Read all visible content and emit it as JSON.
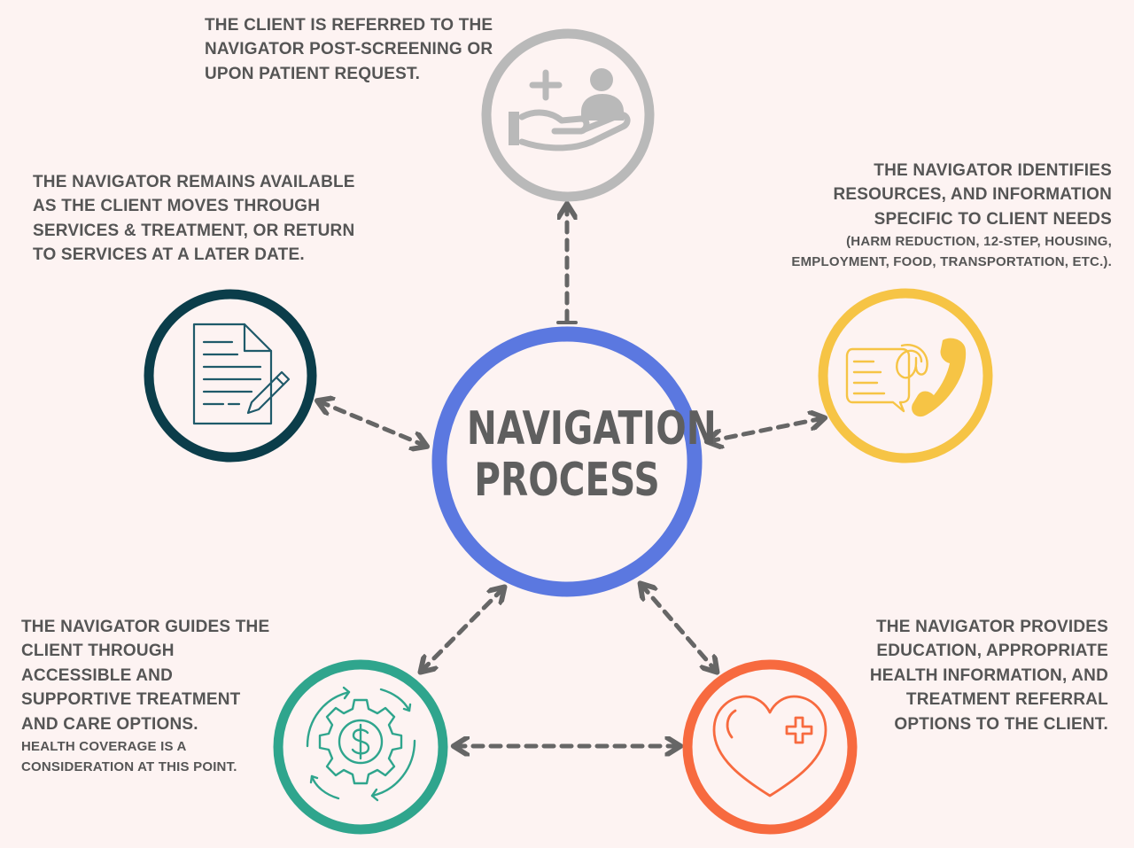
{
  "center": {
    "line1": "NAVIGATION",
    "line2": "PROCESS"
  },
  "steps": {
    "referral": {
      "text": "THE CLIENT IS REFERRED TO THE NAVIGATOR POST-SCREENING OR UPON PATIENT REQUEST."
    },
    "resources": {
      "text": "THE NAVIGATOR IDENTIFIES RESOURCES, AND INFORMATION SPECIFIC TO CLIENT NEEDS",
      "note": "(HARM REDUCTION, 12-STEP, HOUSING, EMPLOYMENT, FOOD, TRANSPORTATION, ETC.)."
    },
    "education": {
      "text": "THE NAVIGATOR PROVIDES EDUCATION, APPROPRIATE HEALTH INFORMATION, AND TREATMENT REFERRAL OPTIONS TO THE CLIENT."
    },
    "guidance": {
      "text": "THE NAVIGATOR GUIDES THE CLIENT THROUGH ACCESSIBLE AND SUPPORTIVE TREATMENT AND CARE OPTIONS.",
      "note": "HEALTH COVERAGE IS A CONSIDERATION AT THIS POINT."
    },
    "availability": {
      "text": "THE NAVIGATOR REMAINS AVAILABLE AS THE CLIENT MOVES THROUGH SERVICES & TREATMENT, OR RETURN TO SERVICES AT A LATER DATE."
    }
  },
  "icons": {
    "top": "hand-person-plus-icon",
    "right": "message-at-phone-icon",
    "bottom_right": "heart-plus-icon",
    "bottom_left": "gear-dollar-cycle-icon",
    "left": "document-pen-icon"
  },
  "colors": {
    "background": "#fdf3f2",
    "center_ring": "#5b78e0",
    "top_ring": "#b9b9b9",
    "right_ring": "#f6c445",
    "bottom_right_ring": "#f76a3f",
    "bottom_left_ring": "#2fa58d",
    "left_ring": "#0b3d4a",
    "text": "#555555",
    "arrow": "#666666"
  }
}
